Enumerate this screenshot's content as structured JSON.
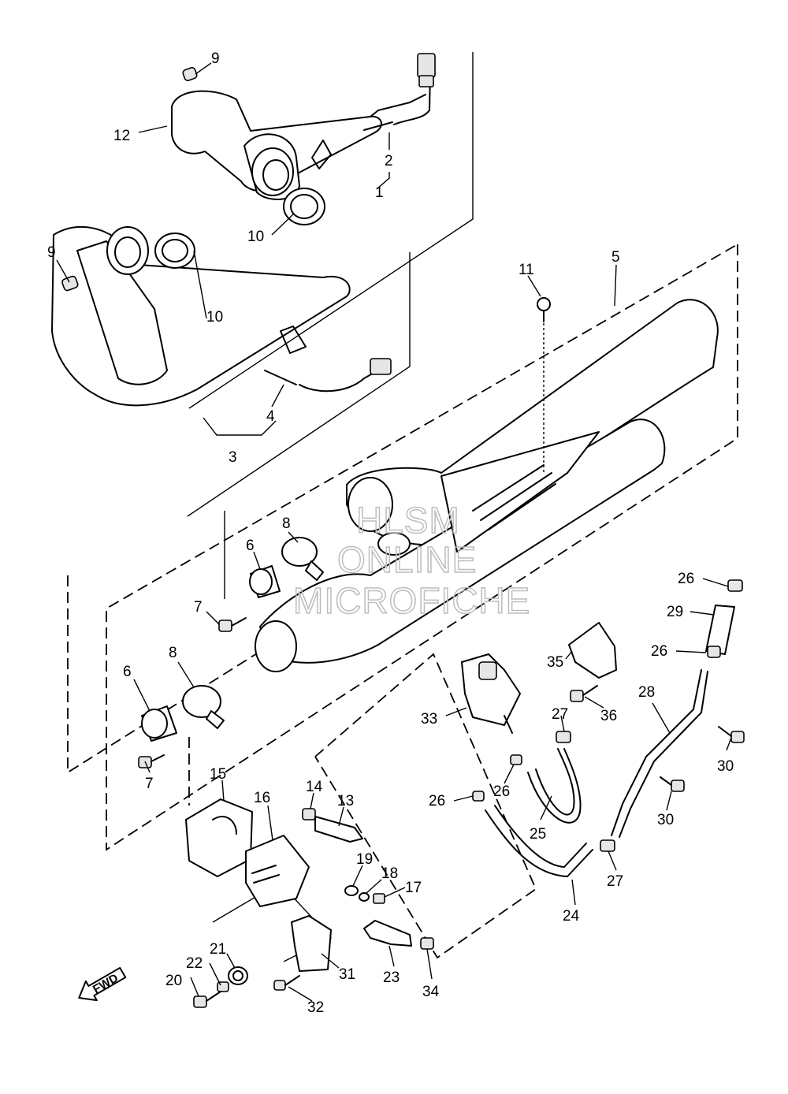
{
  "diagram": {
    "callouts": [
      {
        "id": "c9a",
        "text": "9"
      },
      {
        "id": "c12",
        "text": "12"
      },
      {
        "id": "c2",
        "text": "2"
      },
      {
        "id": "c1",
        "text": "1"
      },
      {
        "id": "c10a",
        "text": "10"
      },
      {
        "id": "c9b",
        "text": "9"
      },
      {
        "id": "c10b",
        "text": "10"
      },
      {
        "id": "c4",
        "text": "4"
      },
      {
        "id": "c3",
        "text": "3"
      },
      {
        "id": "c11",
        "text": "11"
      },
      {
        "id": "c5",
        "text": "5"
      },
      {
        "id": "c8a",
        "text": "8"
      },
      {
        "id": "c6a",
        "text": "6"
      },
      {
        "id": "c7a",
        "text": "7"
      },
      {
        "id": "c8b",
        "text": "8"
      },
      {
        "id": "c6b",
        "text": "6"
      },
      {
        "id": "c7b",
        "text": "7"
      },
      {
        "id": "c26a",
        "text": "26"
      },
      {
        "id": "c29",
        "text": "29"
      },
      {
        "id": "c26b",
        "text": "26"
      },
      {
        "id": "c35",
        "text": "35"
      },
      {
        "id": "c28",
        "text": "28"
      },
      {
        "id": "c33",
        "text": "33"
      },
      {
        "id": "c27a",
        "text": "27"
      },
      {
        "id": "c36",
        "text": "36"
      },
      {
        "id": "c30a",
        "text": "30"
      },
      {
        "id": "c30b",
        "text": "30"
      },
      {
        "id": "c26c",
        "text": "26"
      },
      {
        "id": "c26d",
        "text": "26"
      },
      {
        "id": "c25",
        "text": "25"
      },
      {
        "id": "c15",
        "text": "15"
      },
      {
        "id": "c16",
        "text": "16"
      },
      {
        "id": "c14",
        "text": "14"
      },
      {
        "id": "c13",
        "text": "13"
      },
      {
        "id": "c19",
        "text": "19"
      },
      {
        "id": "c18",
        "text": "18"
      },
      {
        "id": "c17",
        "text": "17"
      },
      {
        "id": "c24",
        "text": "24"
      },
      {
        "id": "c27b",
        "text": "27"
      },
      {
        "id": "c21",
        "text": "21"
      },
      {
        "id": "c22",
        "text": "22"
      },
      {
        "id": "c20",
        "text": "20"
      },
      {
        "id": "c31",
        "text": "31"
      },
      {
        "id": "c23",
        "text": "23"
      },
      {
        "id": "c32",
        "text": "32"
      },
      {
        "id": "c34",
        "text": "34"
      }
    ],
    "fwd_label": "FWD",
    "watermark": [
      "HLSM",
      "ONLINE",
      "MICROFICHE"
    ]
  }
}
